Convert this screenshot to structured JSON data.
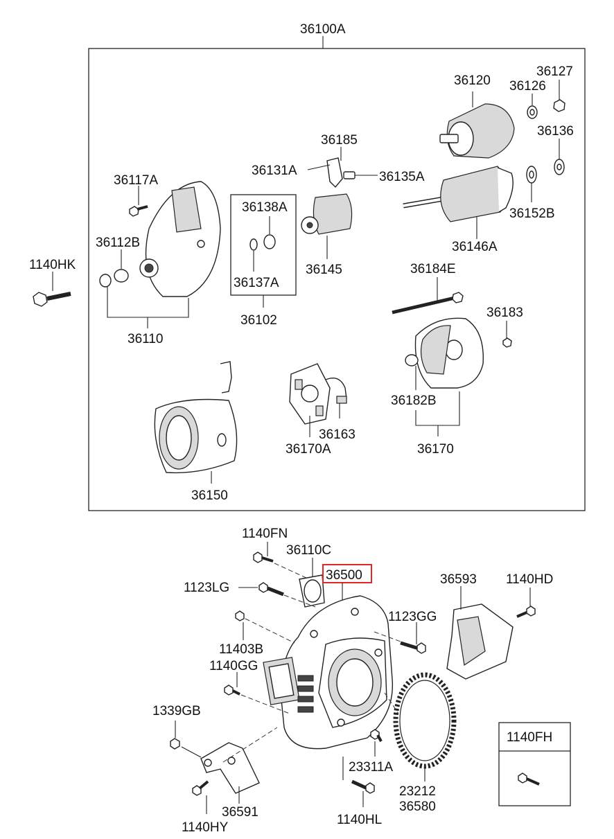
{
  "labels": {
    "assembly": "36100A",
    "c36120": "36120",
    "c36126": "36126",
    "c36127": "36127",
    "c36136": "36136",
    "c36185": "36185",
    "c36131A": "36131A",
    "c36135A": "36135A",
    "c36117A": "36117A",
    "c36138A": "36138A",
    "c36112B": "36112B",
    "c36137A": "36137A",
    "c36145": "36145",
    "c36146A": "36146A",
    "c36152B": "36152B",
    "c1140HK": "1140HK",
    "c36110": "36110",
    "c36102": "36102",
    "c36184E": "36184E",
    "c36183": "36183",
    "c36182B": "36182B",
    "c36163": "36163",
    "c36170A": "36170A",
    "c36170": "36170",
    "c36150": "36150",
    "c1140FN": "1140FN",
    "c36110C": "36110C",
    "c36500": "36500",
    "c1123LG": "1123LG",
    "c36593": "36593",
    "c1140HD": "1140HD",
    "c1123GG": "1123GG",
    "c11403B": "11403B",
    "c1140GG": "1140GG",
    "c1339GB": "1339GB",
    "c23311A": "23311A",
    "c23212": "23212",
    "c36580": "36580",
    "c1140FH": "1140FH",
    "c36591": "36591",
    "c1140HY": "1140HY",
    "c1140HL": "1140HL"
  },
  "highlight": {
    "part": "36500",
    "color": "#e32626"
  }
}
